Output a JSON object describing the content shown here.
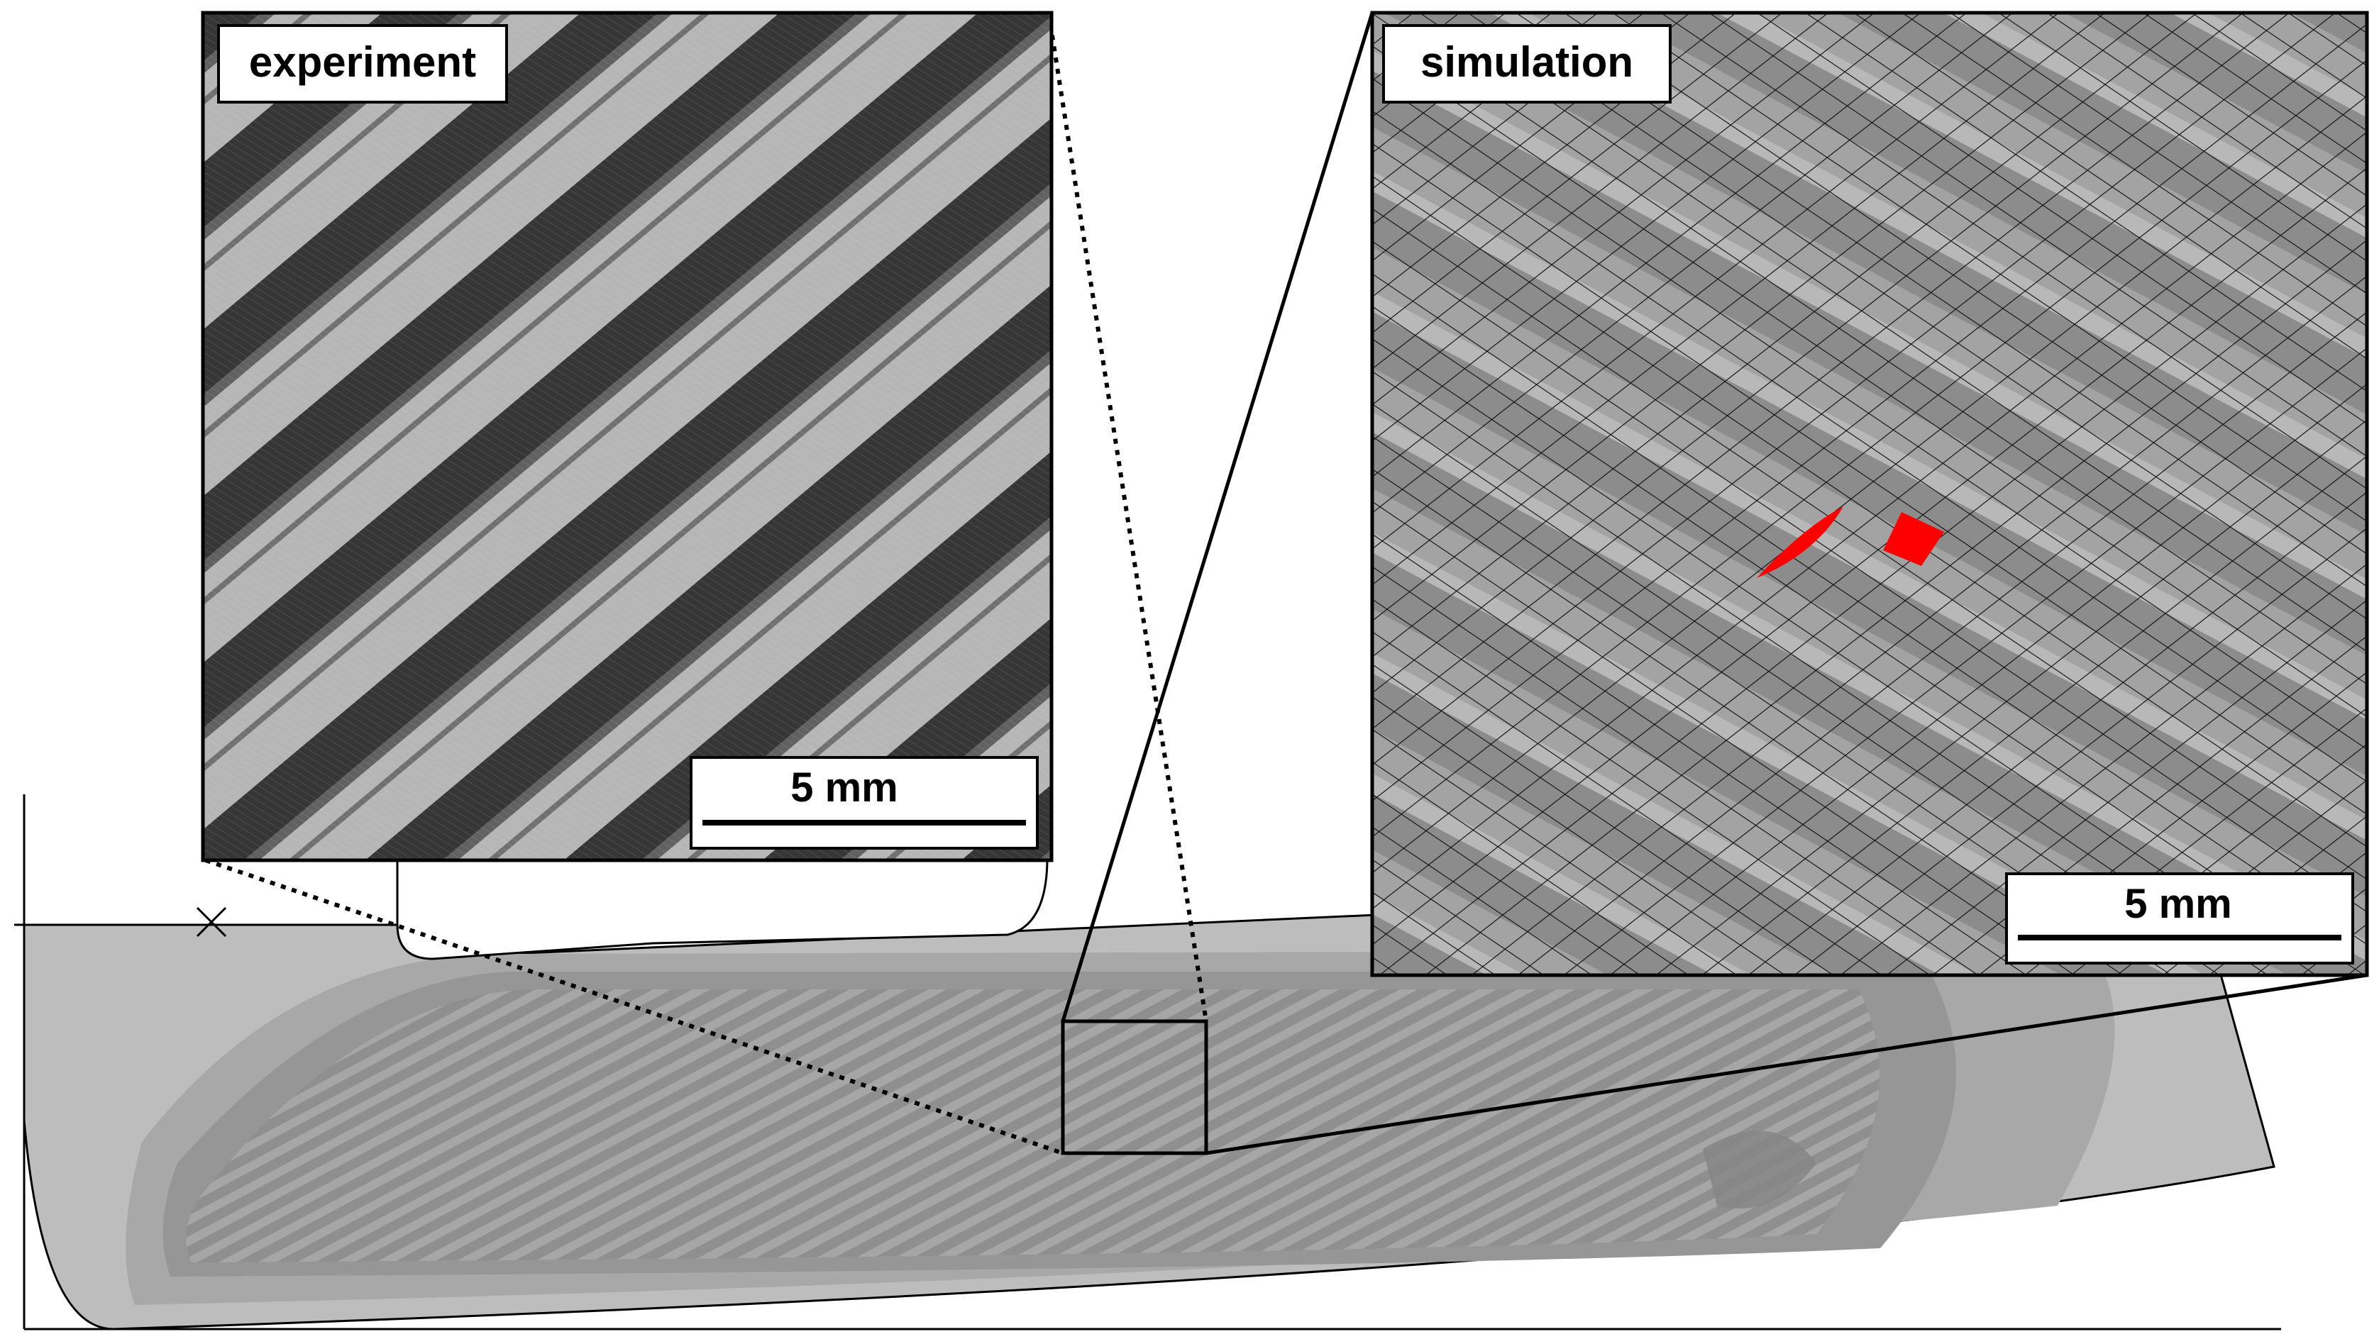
{
  "panels": {
    "experiment": {
      "label": "experiment",
      "scalebar": "5 mm"
    },
    "simulation": {
      "label": "simulation",
      "scalebar": "5 mm"
    }
  },
  "colors": {
    "highlight": "#ff0000",
    "workpiece_light": "#bdbdbd",
    "workpiece_mid": "#a6a6a6",
    "workpiece_dark": "#8f8f8f",
    "mesh_fill": "#a3a3a3",
    "mesh_line": "#111111"
  },
  "markers": {
    "origin": "cross-marker"
  }
}
